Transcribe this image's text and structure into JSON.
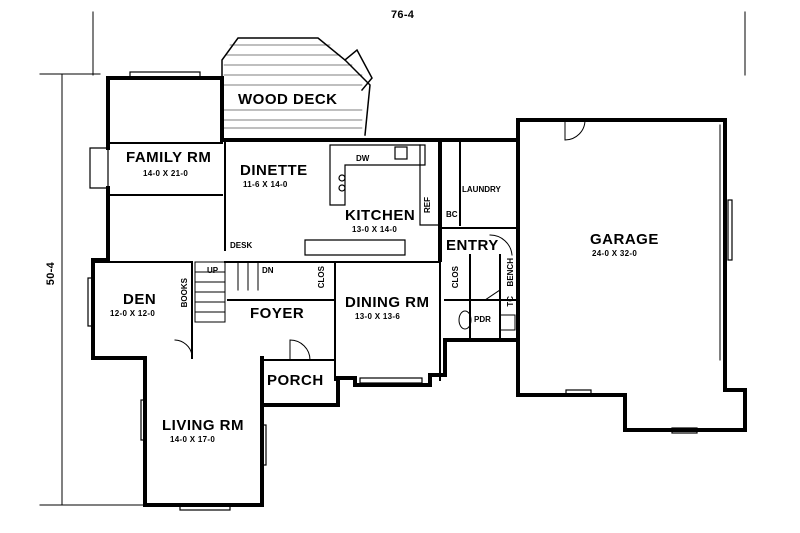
{
  "overall": {
    "width": "76-4",
    "depth": "50-4"
  },
  "rooms": {
    "wood_deck": {
      "name": "WOOD DECK"
    },
    "family": {
      "name": "FAMILY RM",
      "size": "14-0 X 21-0"
    },
    "dinette": {
      "name": "DINETTE",
      "size": "11-6 X 14-0"
    },
    "kitchen": {
      "name": "KITCHEN",
      "size": "13-0 X 14-0"
    },
    "entry": {
      "name": "ENTRY"
    },
    "garage": {
      "name": "GARAGE",
      "size": "24-0 X 32-0"
    },
    "den": {
      "name": "DEN",
      "size": "12-0 X 12-0"
    },
    "foyer": {
      "name": "FOYER"
    },
    "dining": {
      "name": "DINING RM",
      "size": "13-0 X 13-6"
    },
    "porch": {
      "name": "PORCH"
    },
    "living": {
      "name": "LIVING RM",
      "size": "14-0 X 17-0"
    }
  },
  "small_labels": {
    "dw": "DW",
    "laundry": "LAUNDRY",
    "ref": "REF",
    "bc": "BC",
    "desk": "DESK",
    "up": "UP",
    "dn": "DN",
    "clos": "CLOS",
    "books": "BOOKS",
    "bench": "BENCH",
    "tc": "TC",
    "pdr": "PDR"
  }
}
